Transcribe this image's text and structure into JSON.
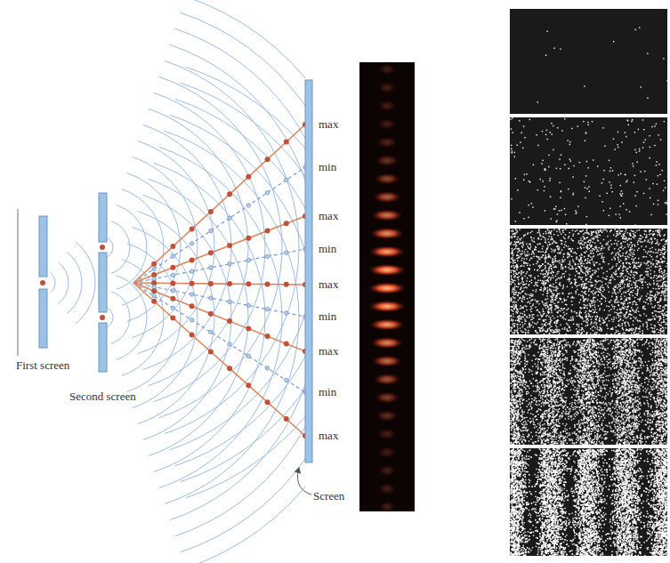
{
  "diagram": {
    "labels": [
      "max",
      "min",
      "max",
      "min",
      "max",
      "min",
      "max",
      "min",
      "max",
      "First screen",
      "Second screen",
      "Screen"
    ]
  }
}
